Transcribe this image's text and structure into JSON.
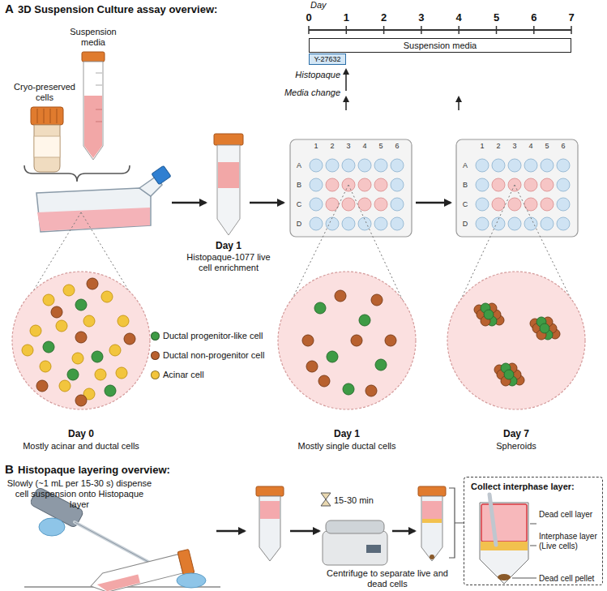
{
  "diagram": {
    "nodes": [
      {
        "text": [
          "Suspension media"
        ]
      },
      {
        "text": [
          "Y-27632"
        ]
      },
      {
        "text": [
          "Collect interphase layer:",
          "Dead cell layer",
          "Interphase layer (Live cells)",
          "Dead cell pellet"
        ]
      }
    ],
    "labels": [
      "A",
      "3D Suspension Culture assay overview:",
      "Day",
      "0",
      "1",
      "2",
      "3",
      "4",
      "5",
      "6",
      "7",
      "Histopaque",
      "Media change",
      "Suspension media",
      "Cryo-preserved cells",
      "Day 0",
      "Mostly acinar and ductal cells",
      "Day 1",
      "Histopaque-1077 live cell enrichment",
      "Day 1",
      "Mostly single ductal cells",
      "Day 7",
      "Spheroids",
      "1",
      "2",
      "3",
      "4",
      "5",
      "6",
      "A",
      "B",
      "C",
      "D",
      "1",
      "2",
      "3",
      "4",
      "5",
      "6",
      "A",
      "B",
      "C",
      "D",
      "B",
      "Histopaque layering overview:",
      "Slowly (~1 mL per 15-30 s) dispense cell suspension onto Histopaque layer",
      "15-30 min",
      "Centrifuge to separate live and dead cells"
    ],
    "legend": [
      {
        "text": "Ductal progenitor-like cell",
        "color": "#3e9b45"
      },
      {
        "text": "Ductal non-progenitor cell",
        "color": "#b8612f"
      },
      {
        "text": "Acinar cell",
        "color": "#f2c53d"
      }
    ]
  }
}
